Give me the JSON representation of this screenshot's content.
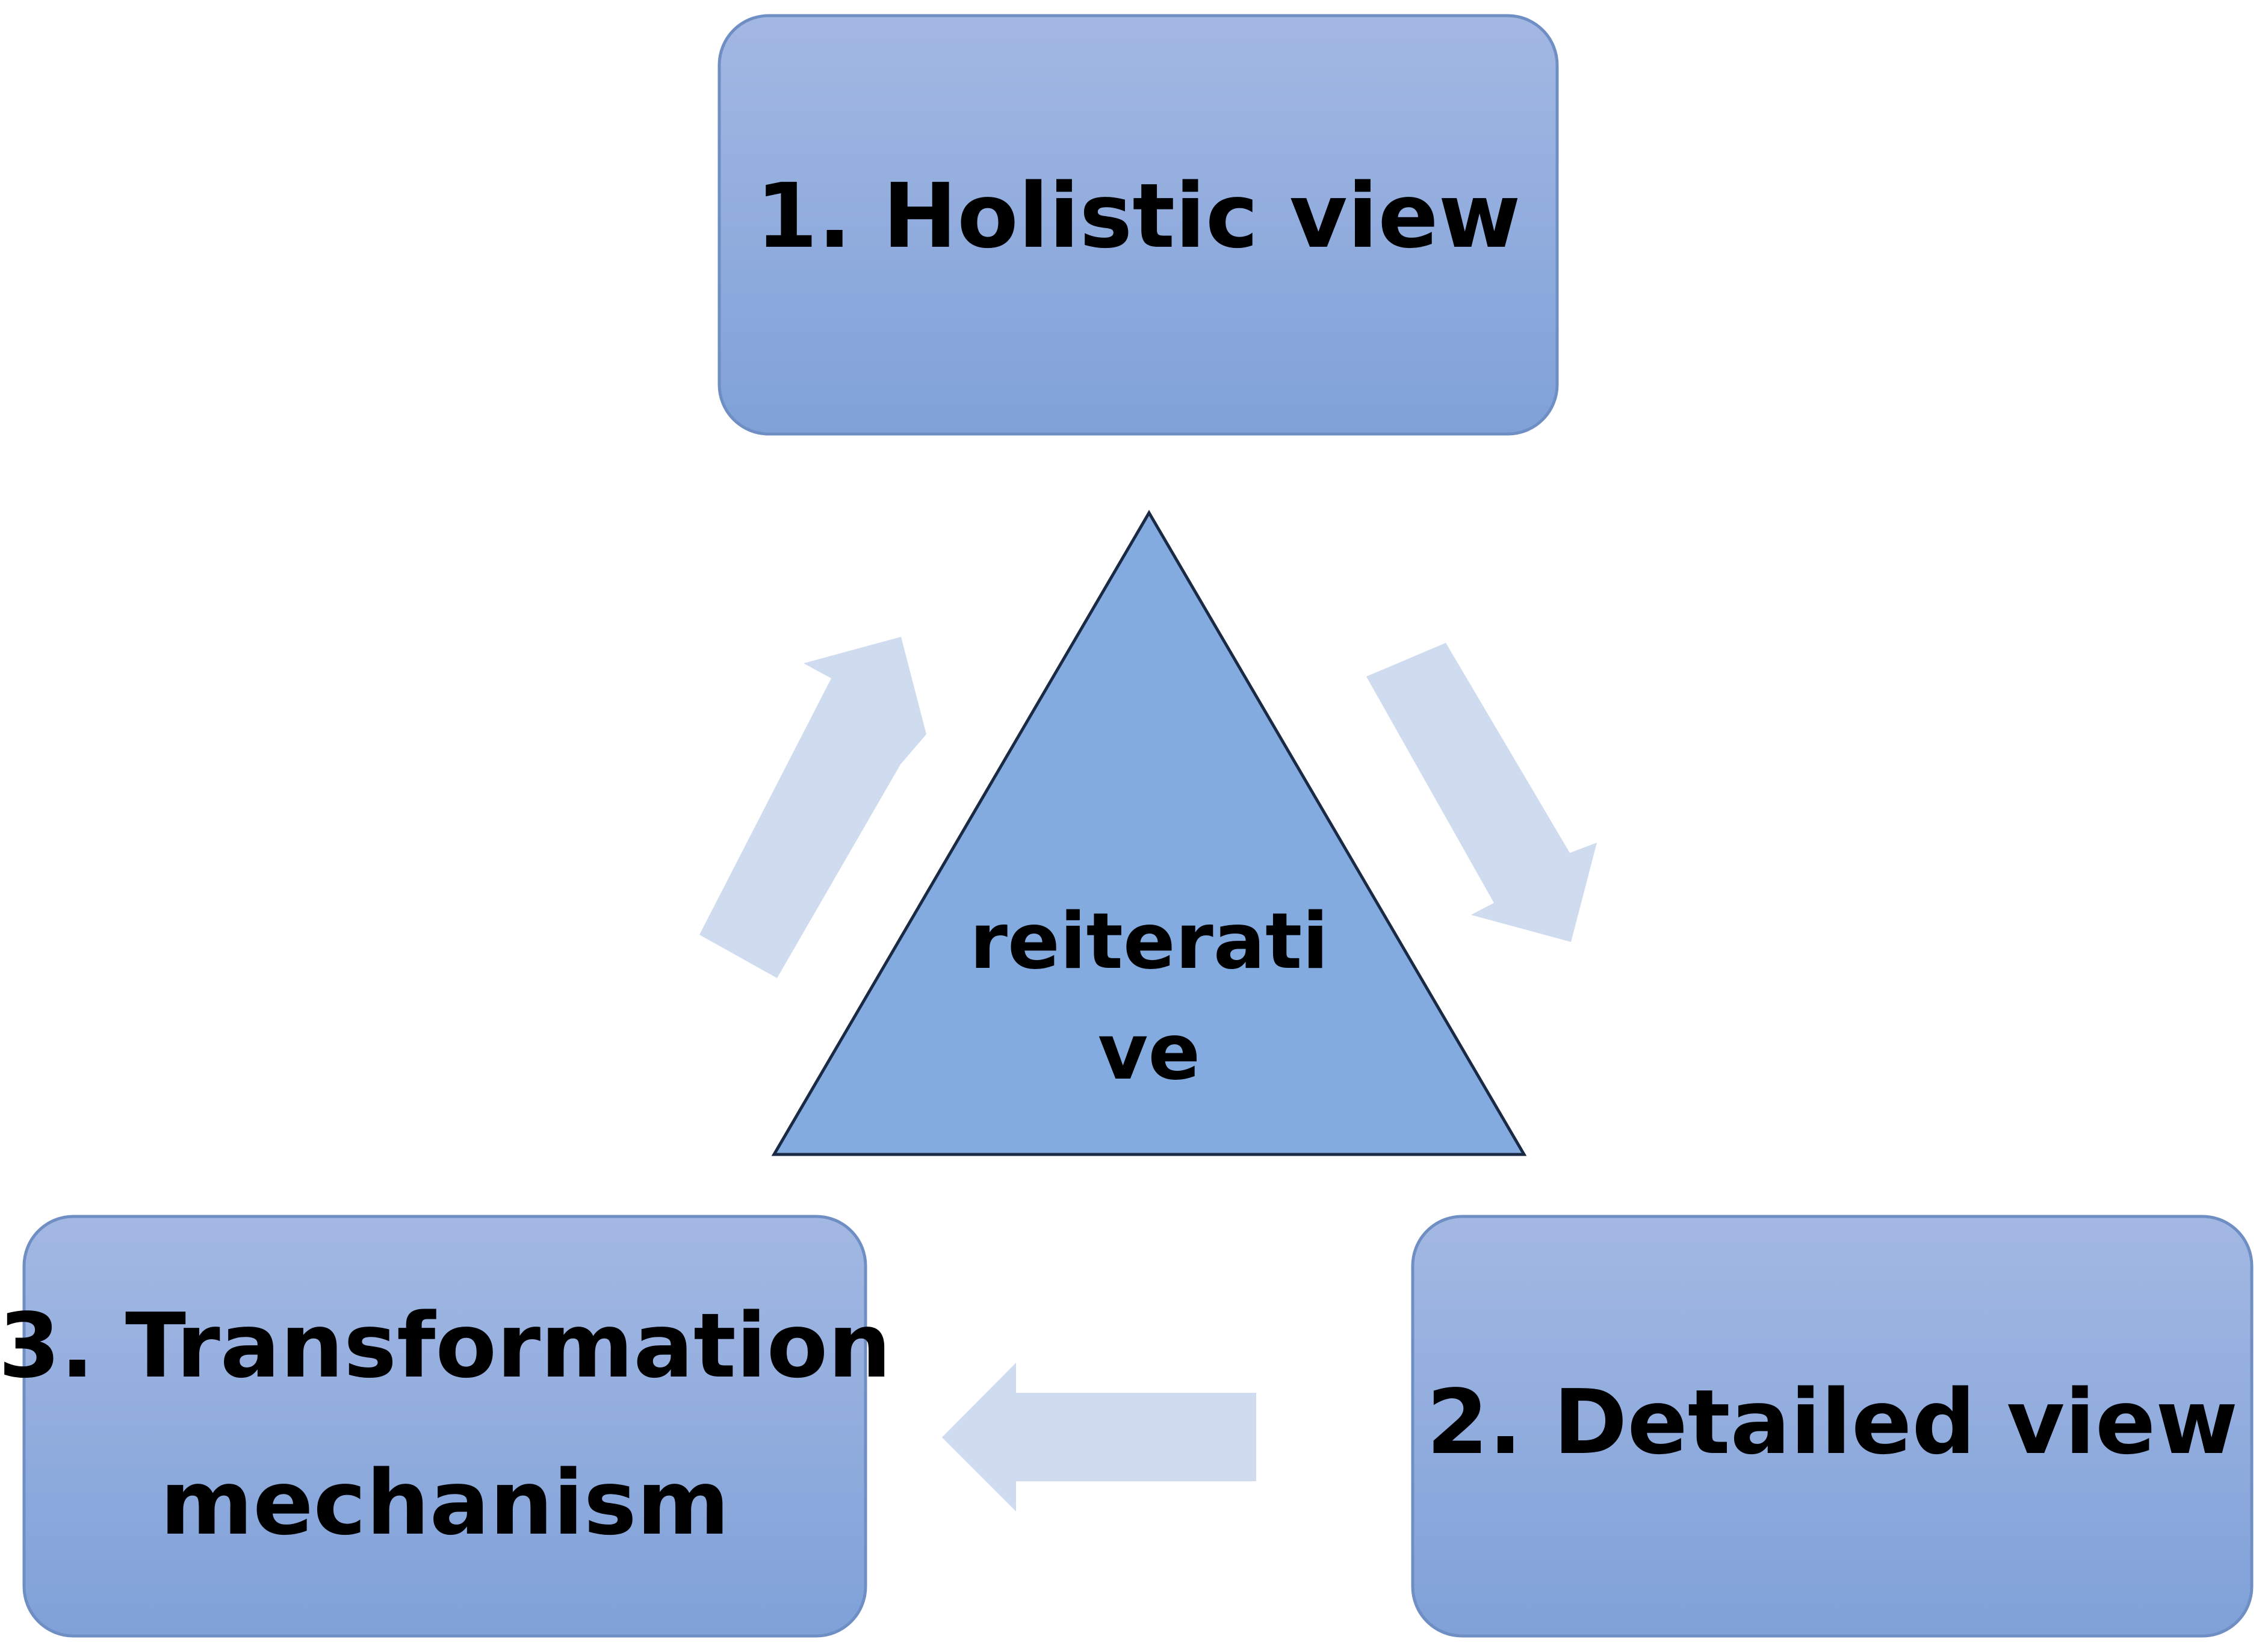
{
  "diagram": {
    "boxes": {
      "holistic": {
        "label": "1. Holistic view"
      },
      "detailed": {
        "label": "2. Detailed view"
      },
      "transformation": {
        "line1": "3. Transformation",
        "line2": "mechanism"
      }
    },
    "center": {
      "line1": "reiterati",
      "line2": "ve"
    }
  },
  "colors": {
    "box_top": "#a3b8e3",
    "box_bottom": "#7fa1d8",
    "box_stroke": "#6f8fc4",
    "triangle_fill": "#83abdf",
    "triangle_stroke": "#1a2a44",
    "arrow_fill": "#cfdbef"
  }
}
